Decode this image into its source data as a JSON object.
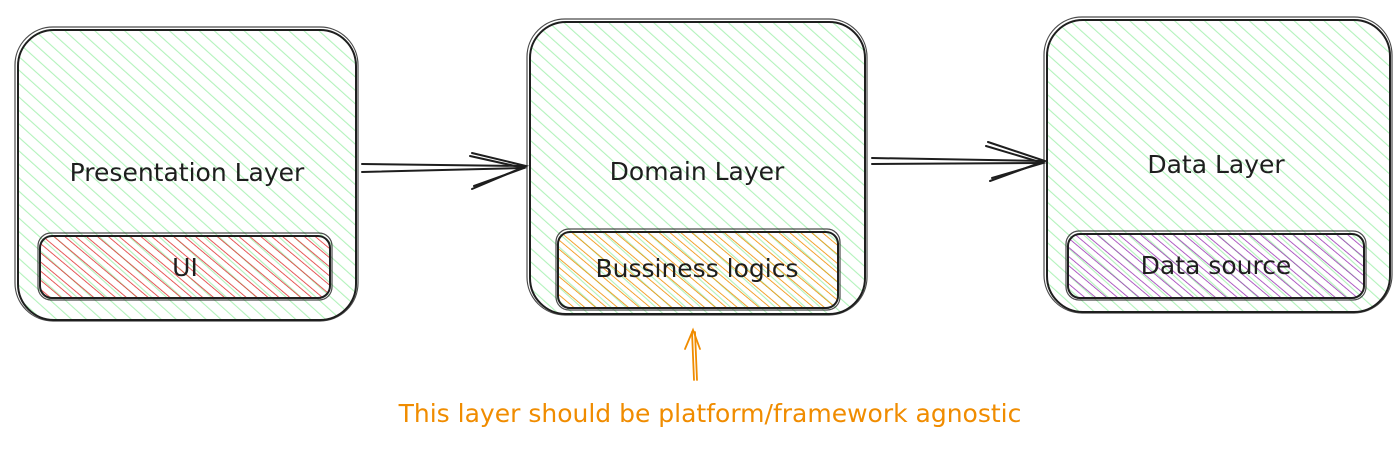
{
  "layers": [
    {
      "title": "Presentation Layer",
      "inner_label": "UI",
      "inner_color": "#e03131"
    },
    {
      "title": "Domain Layer",
      "inner_label": "Bussiness logics",
      "inner_color": "#f08c00"
    },
    {
      "title": "Data Layer",
      "inner_label": "Data source",
      "inner_color": "#9c36b5"
    }
  ],
  "note": {
    "text": "This layer should be platform/framework agnostic",
    "color": "#f08c00"
  },
  "colors": {
    "layer_fill": "#b2f2bb",
    "stroke": "#1e1e1e"
  }
}
